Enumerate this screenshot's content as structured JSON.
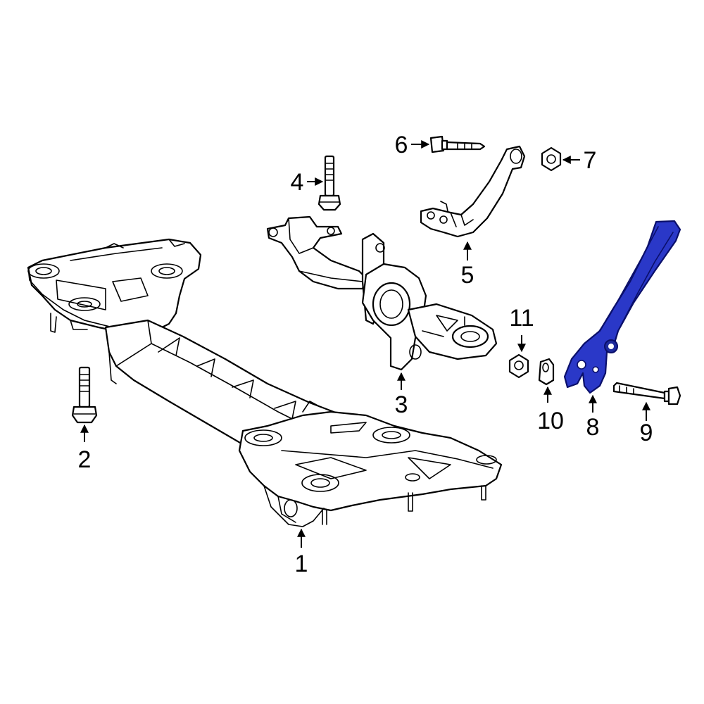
{
  "highlight_color": "#2a38c8",
  "callouts": [
    {
      "id": "1",
      "label": "1"
    },
    {
      "id": "2",
      "label": "2"
    },
    {
      "id": "3",
      "label": "3"
    },
    {
      "id": "4",
      "label": "4"
    },
    {
      "id": "5",
      "label": "5"
    },
    {
      "id": "6",
      "label": "6"
    },
    {
      "id": "7",
      "label": "7"
    },
    {
      "id": "8",
      "label": "8",
      "highlighted": true
    },
    {
      "id": "9",
      "label": "9"
    },
    {
      "id": "10",
      "label": "10"
    },
    {
      "id": "11",
      "label": "11"
    }
  ]
}
